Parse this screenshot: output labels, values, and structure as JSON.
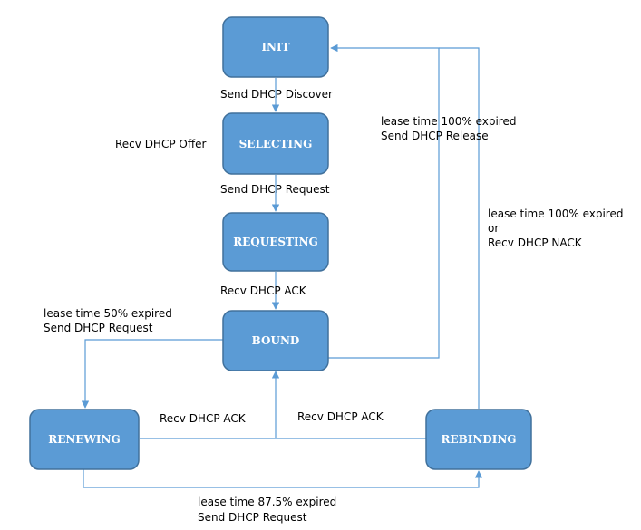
{
  "states": {
    "init": "INIT",
    "selecting": "SELECTING",
    "requesting": "REQUESTING",
    "bound": "BOUND",
    "renewing": "RENEWING",
    "rebinding": "REBINDING"
  },
  "labels": {
    "send_discover": "Send DHCP  Discover",
    "recv_offer": "Recv DHCP  Offer",
    "send_request": "Send DHCP  Request",
    "recv_ack": "Recv DHCP  ACK",
    "lease_50_line1": "lease time  50% expired",
    "lease_50_line2": "Send DHCP  Request",
    "lease_100_release_line1": "lease time  100% expired",
    "lease_100_release_line2": "Send DHCP  Release",
    "lease_100_nack_line1": "lease time  100% expired",
    "lease_100_nack_line2": "or",
    "lease_100_nack_line3": "Recv DHCP  NACK",
    "renew_recv_ack": "Recv DHCP  ACK",
    "rebind_recv_ack": "Recv DHCP  ACK",
    "lease_875_line1": "lease time  87.5% expired",
    "lease_875_line2": "Send DHCP  Request"
  },
  "colors": {
    "state_fill": "#5b9bd5",
    "state_border": "#41719c",
    "edge": "#5b9bd5",
    "label_text": "#000000",
    "state_text": "#ffffff"
  }
}
